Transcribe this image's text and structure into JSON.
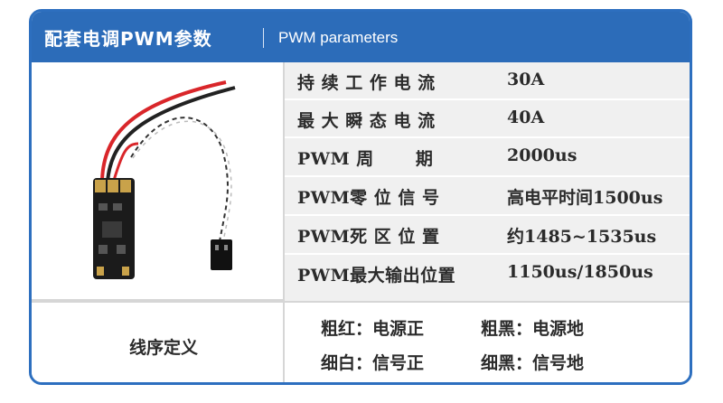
{
  "header": {
    "title": "配套电调PWM参数",
    "subtitle": "PWM parameters"
  },
  "params": [
    {
      "name": "持 续 工 作 电 流",
      "value": "30A"
    },
    {
      "name": "最 大 瞬 态 电 流",
      "value": "40A"
    },
    {
      "name": "PWM 周　　 期",
      "value": "2000us"
    },
    {
      "name": "PWM零 位 信 号",
      "value": "高电平时间1500us"
    },
    {
      "name": "PWM死 区 位 置",
      "value": "约1485~1535us"
    },
    {
      "name": "PWM最大输出位置",
      "value": "1150us/1850us"
    }
  ],
  "wiring": {
    "label": "线序定义",
    "items": [
      "粗红：电源正",
      "粗黑：电源地",
      "细白：信号正",
      "细黑：信号地"
    ]
  }
}
